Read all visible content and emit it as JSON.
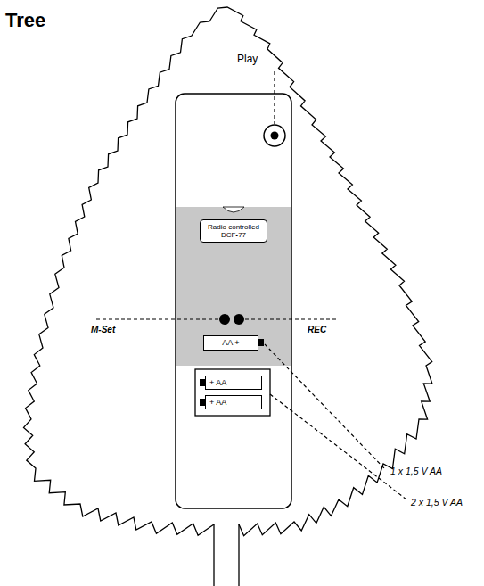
{
  "diagram": {
    "title": "Tree",
    "nodes": [
      {
        "text": [
          "Radio controlled DCF•77"
        ]
      },
      {
        "text": [
          "AA +"
        ]
      },
      {
        "text": [
          "+ AA"
        ]
      },
      {
        "text": [
          "+ AA"
        ]
      }
    ],
    "labels": [
      "Play",
      "M-Set",
      "REC",
      "1 x 1,5 V AA",
      "2 x 1,5 V AA"
    ]
  }
}
